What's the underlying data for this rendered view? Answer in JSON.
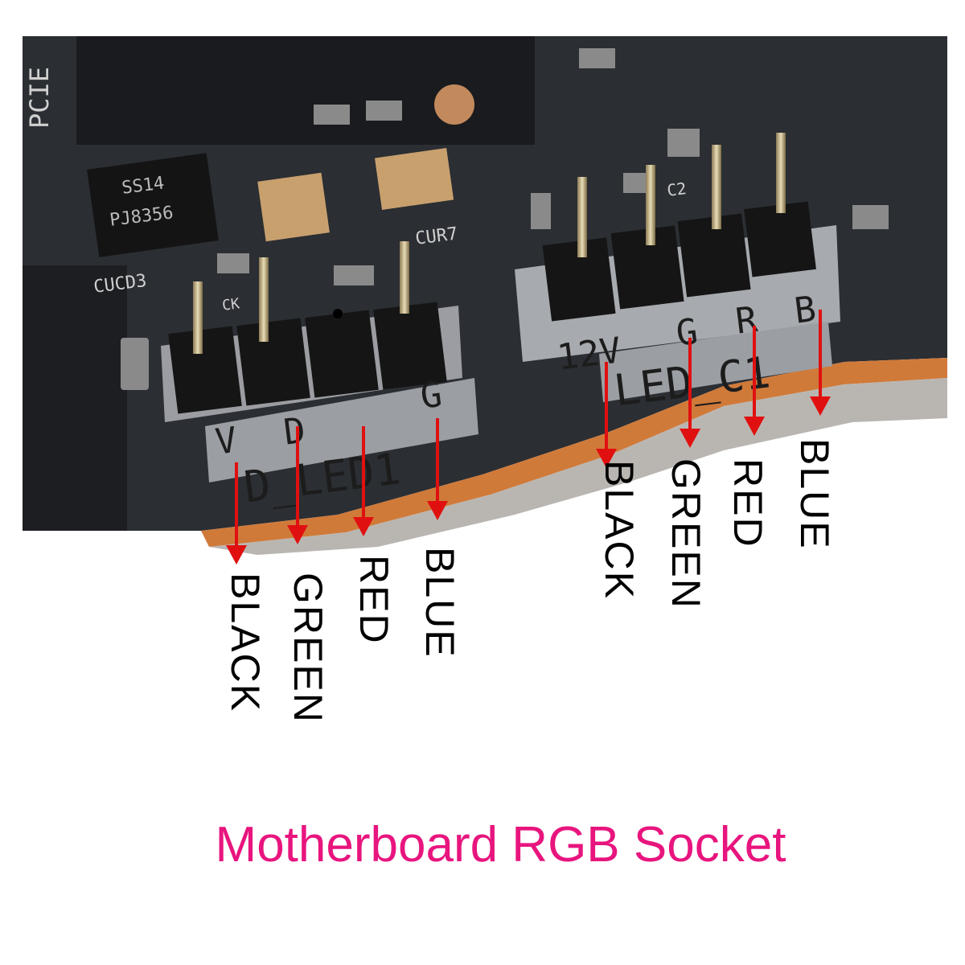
{
  "board": {
    "silkscreen": [
      "PCIE",
      "PJ8356",
      "SS14",
      "CUCD3",
      "CK",
      "CUR7",
      "C2"
    ],
    "header_left": {
      "name": "D_LED1",
      "pins": [
        "V",
        "D",
        "",
        "G"
      ]
    },
    "header_right": {
      "name": "LED_C1",
      "pins": [
        "12V",
        "G",
        "R",
        "B"
      ]
    }
  },
  "wires_left": [
    "BLACK",
    "GREEN",
    "RED",
    "BLUE"
  ],
  "wires_right": [
    "BLACK",
    "GREEN",
    "RED",
    "BLUE"
  ],
  "caption": "Motherboard RGB Socket",
  "colors": {
    "pcb": "#2b2e33",
    "arrow": "#e01010",
    "caption": "#e8157e",
    "silk_label": "#b4b4b4",
    "pcb_edge": "#d07a3a"
  }
}
